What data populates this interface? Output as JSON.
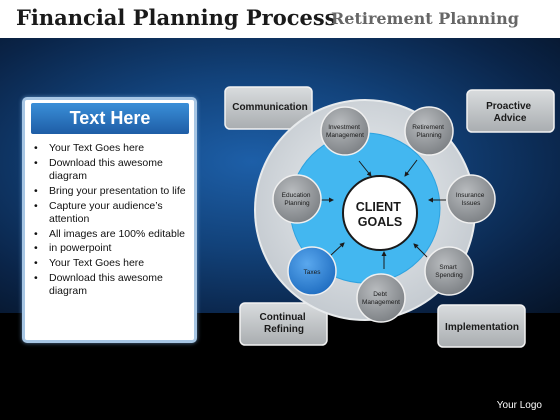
{
  "header": {
    "title": "Financial Planning Process",
    "subtitle": "Retirement Planning"
  },
  "panel": {
    "heading": "Text Here",
    "bullets": [
      "Your Text Goes here",
      "Download this awesome diagram",
      "Bring your presentation to life",
      "Capture your audience’s attention",
      "All images are 100% editable",
      "in powerpoint",
      "Your Text Goes here",
      "Download this awesome diagram"
    ]
  },
  "diagram": {
    "center": [
      "CLIENT",
      "GOALS"
    ],
    "corners": {
      "communication": [
        "Communication"
      ],
      "proactive": [
        "Proactive",
        "Advice"
      ],
      "continual": [
        "Continual",
        "Refining"
      ],
      "implementation": [
        "Implementation"
      ]
    },
    "nodes": {
      "investment": [
        "Investment",
        "Management"
      ],
      "retirement": [
        "Retirement",
        "Planning"
      ],
      "education": [
        "Education",
        "Planning"
      ],
      "insurance": [
        "Insurance",
        "Issues"
      ],
      "taxes": [
        "Taxes"
      ],
      "smart": [
        "Smart",
        "Spending"
      ],
      "debt": [
        "Debt",
        "Management"
      ]
    },
    "colors": {
      "node_gray": "#8c8c8c",
      "node_highlight": "#2f86d8",
      "ring": "#43b7f0",
      "outer_disc": "#cfd4d8"
    }
  },
  "footer": {
    "logo": "Your Logo"
  }
}
